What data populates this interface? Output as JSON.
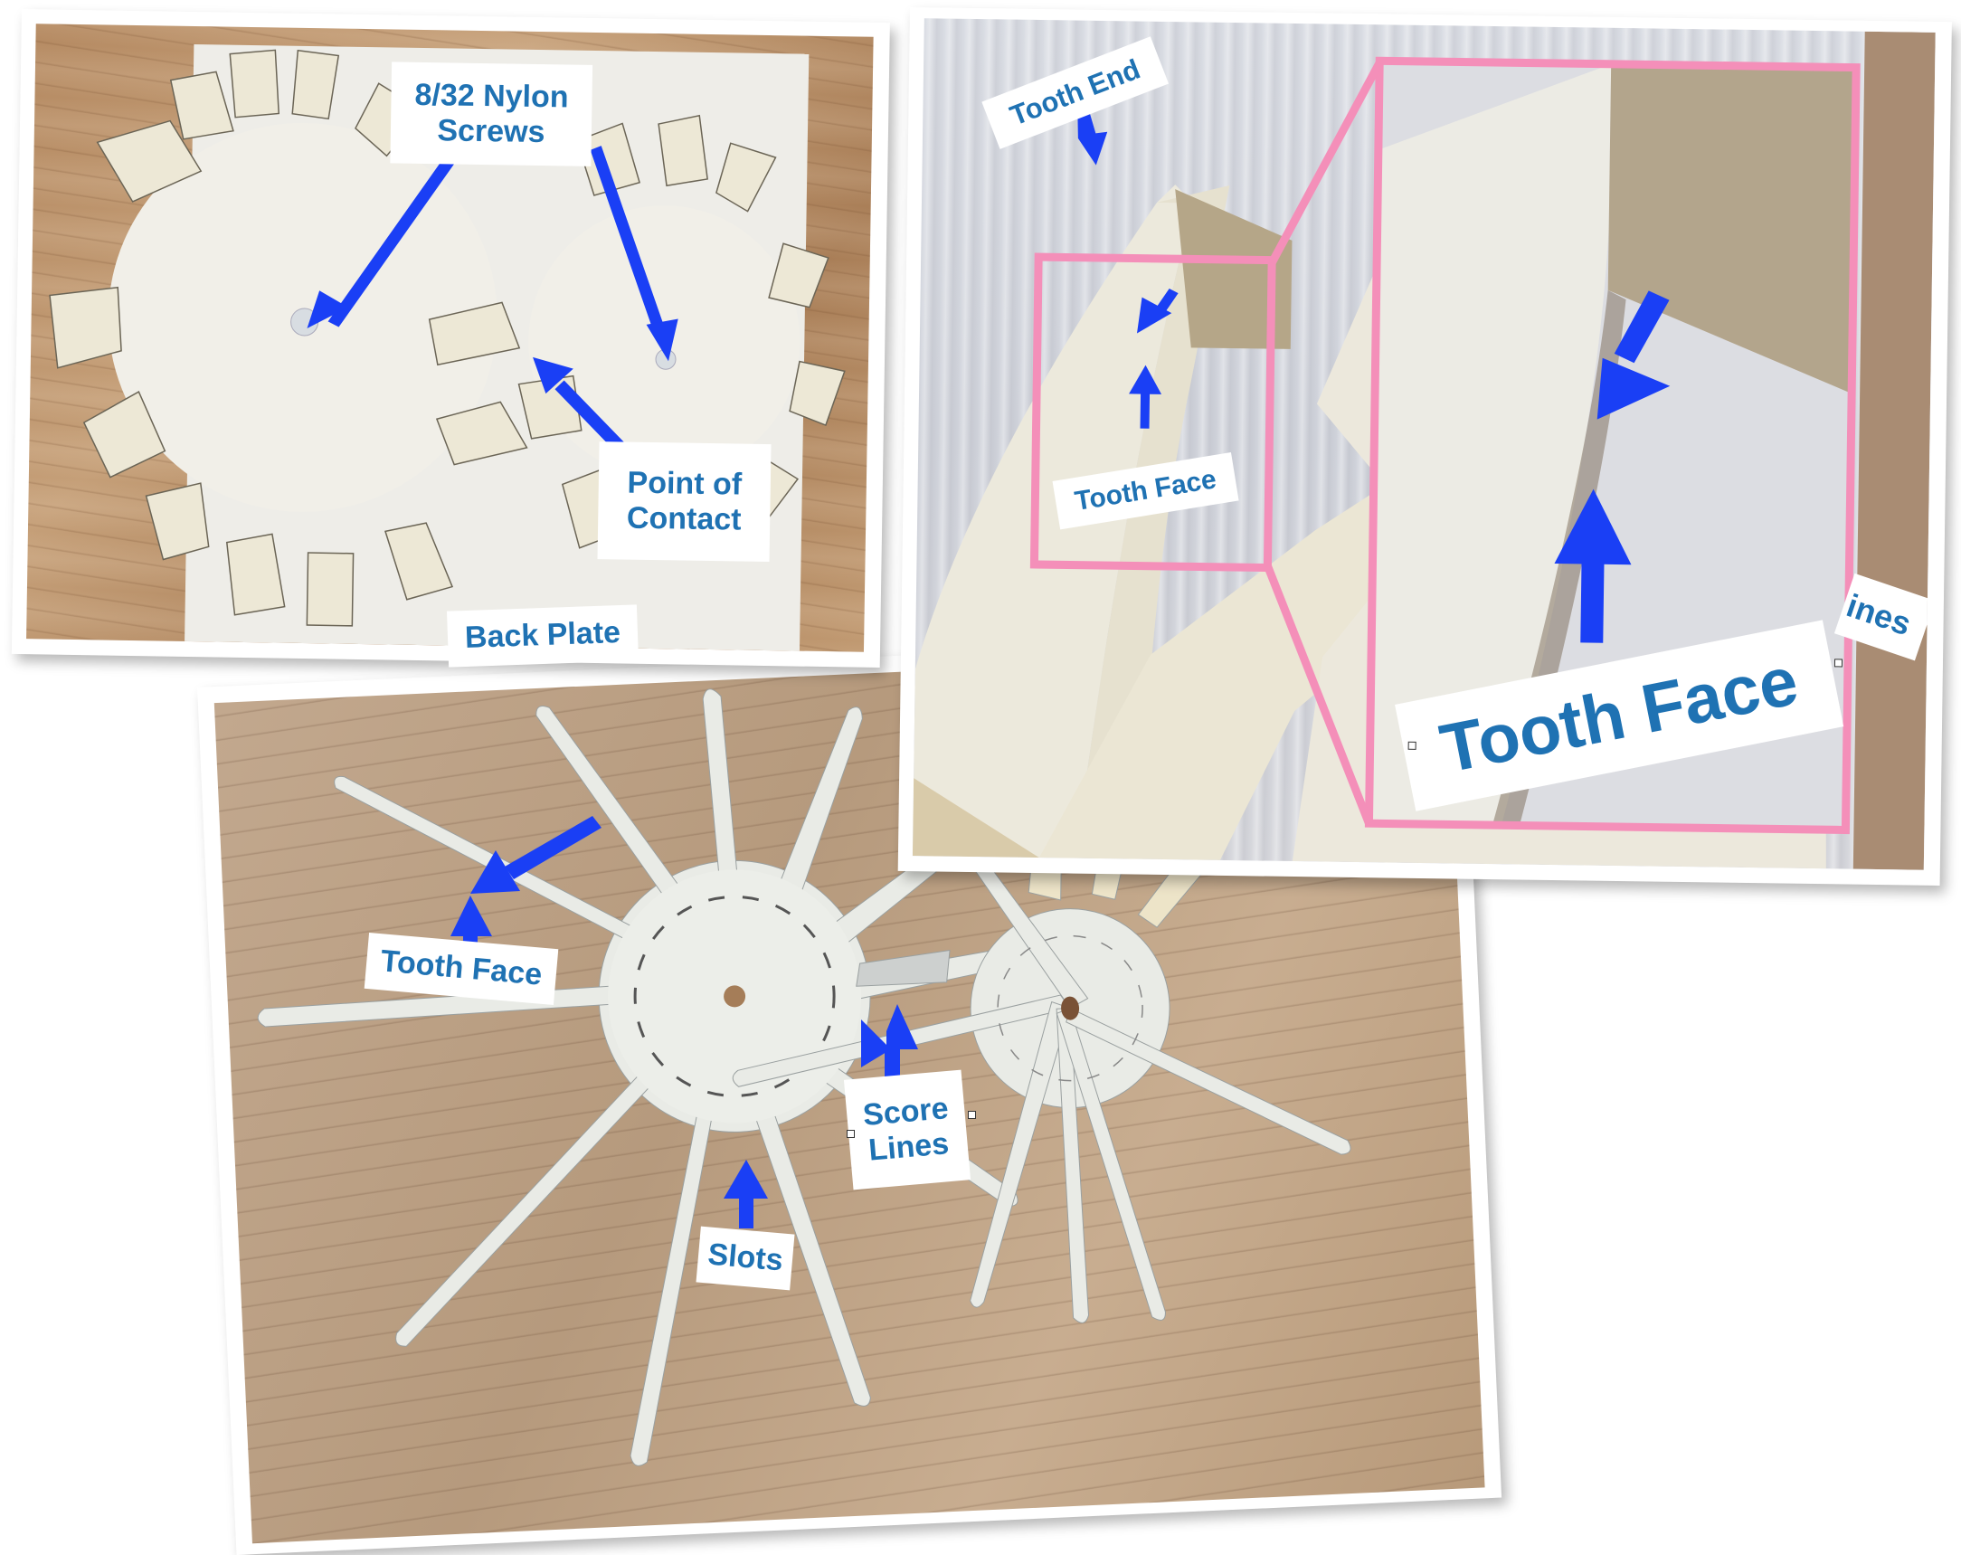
{
  "colors": {
    "label_text": "#1F72B3",
    "label_bg": "#FFFFFF",
    "arrow": "#1A3FF5",
    "zoom_box": "#F48FB9",
    "paper": "#EFEDE4"
  },
  "photos": {
    "top_left": {
      "labels": {
        "nylon_screws": "8/32 Nylon\nScrews",
        "point_of_contact": "Point of\nContact",
        "back_plate": "Back Plate"
      }
    },
    "top_right": {
      "labels": {
        "tooth_end": "Tooth End",
        "tooth_face_small": "Tooth Face",
        "tooth_face_large": "Tooth Face",
        "lines_partial": "ines"
      }
    },
    "bottom": {
      "labels": {
        "tooth_face": "Tooth Face",
        "score_lines": "Score\nLines",
        "slots": "Slots"
      }
    }
  }
}
